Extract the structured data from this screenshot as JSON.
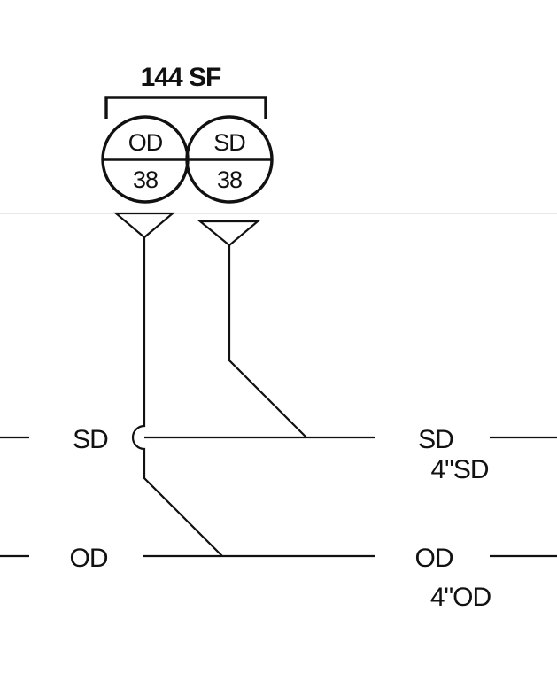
{
  "title": "144 SF",
  "drains": [
    {
      "top": "OD",
      "bottom": "38"
    },
    {
      "top": "SD",
      "bottom": "38"
    }
  ],
  "lines": {
    "sd": {
      "left_label": "SD",
      "right_label": "SD",
      "size_label": "4\"SD"
    },
    "od": {
      "left_label": "OD",
      "right_label": "OD",
      "size_label": "4\"OD"
    }
  },
  "colors": {
    "ink": "#111111",
    "section_line": "#cfcfcf",
    "background": "#ffffff"
  }
}
